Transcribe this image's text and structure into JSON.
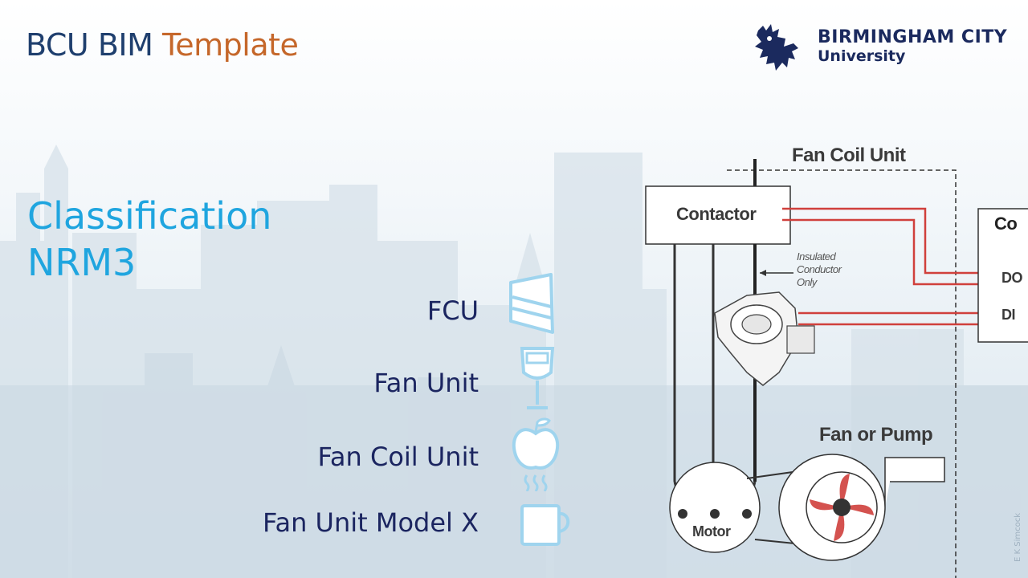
{
  "header": {
    "title_part1": "BCU BIM",
    "title_part2": "Template"
  },
  "logo": {
    "line1": "BIRMINGHAM CITY",
    "line2": "University",
    "icon": "lion-crest-icon"
  },
  "heading": {
    "line1": "Classification",
    "line2": "NRM3"
  },
  "items": [
    {
      "label": "FCU",
      "icon": "cake-slice-icon"
    },
    {
      "label": "Fan Unit",
      "icon": "wine-glass-icon"
    },
    {
      "label": "Fan Coil Unit",
      "icon": "apple-icon"
    },
    {
      "label": "Fan Unit Model X",
      "icon": "coffee-mug-icon"
    }
  ],
  "diagram": {
    "title": "Fan Coil Unit",
    "contactor": "Contactor",
    "insulated_note": [
      "Insulated",
      "Conductor",
      "Only"
    ],
    "controller_label": "Co",
    "do_label": "DO",
    "di_label": "DI",
    "fan_label": "Fan or Pump",
    "motor_label": "Motor"
  },
  "credit": "E K Simcock",
  "colors": {
    "accent_blue": "#1fa5df",
    "title_navy": "#1f3f6e",
    "title_orange": "#c5672a",
    "wire_red": "#d0403c"
  }
}
